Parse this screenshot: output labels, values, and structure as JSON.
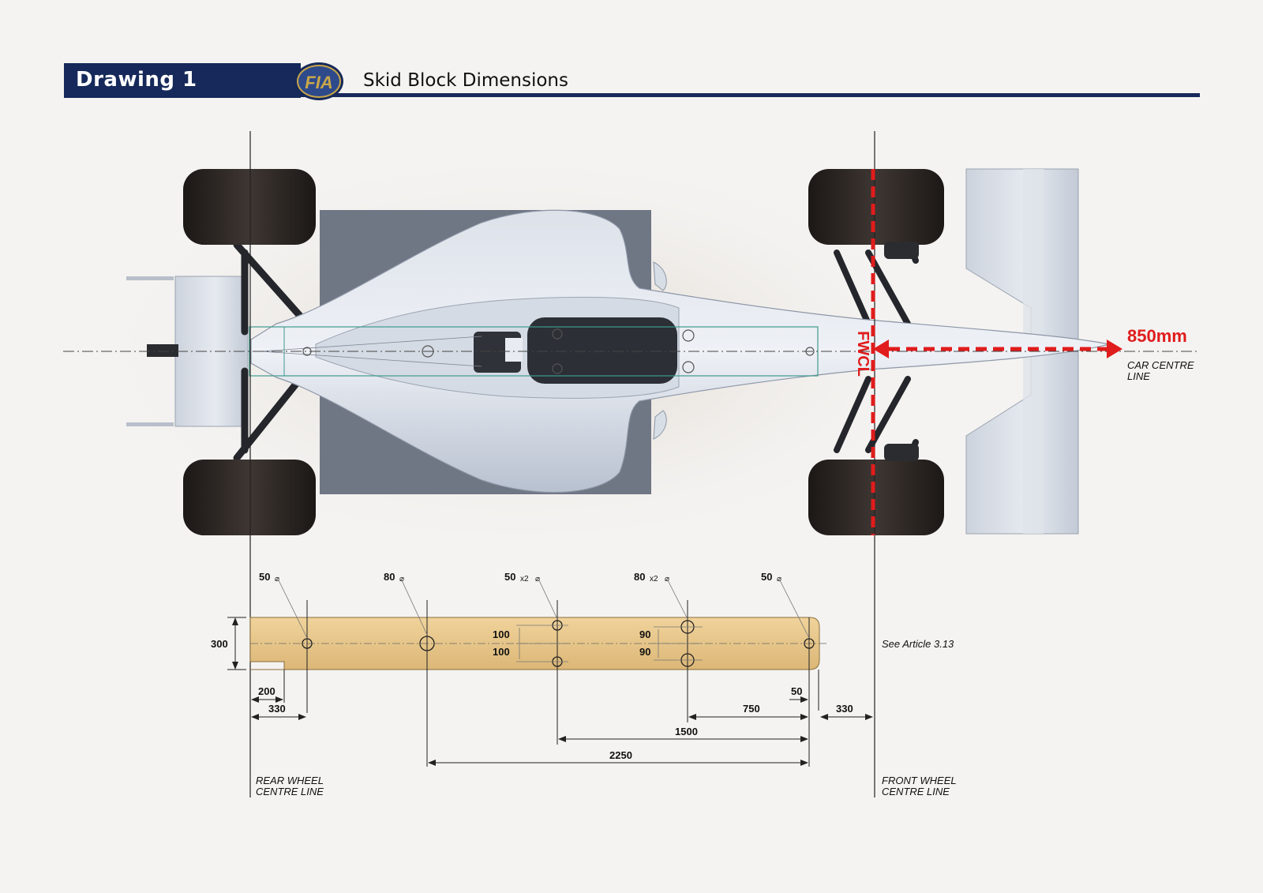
{
  "header": {
    "drawing_label": "Drawing 1",
    "logo_text": "FIA",
    "title": "Skid Block Dimensions"
  },
  "car": {
    "fwcl_label": "FWCL",
    "width_label": "850mm",
    "centre_line_label_1": "CAR CENTRE",
    "centre_line_label_2": "LINE"
  },
  "skid_block": {
    "holes": [
      {
        "dia": "50",
        "mult": ""
      },
      {
        "dia": "80",
        "mult": ""
      },
      {
        "dia": "50",
        "mult": "x2"
      },
      {
        "dia": "80",
        "mult": "x2"
      },
      {
        "dia": "50",
        "mult": ""
      }
    ],
    "diameter_symbol": "⌀",
    "width": "300",
    "spacing_left_1": "100",
    "spacing_left_2": "100",
    "spacing_right_1": "90",
    "spacing_right_2": "90",
    "reference": "See Article 3.13",
    "dims": {
      "d200": "200",
      "d330_rear": "330",
      "d50_front": "50",
      "d750": "750",
      "d330_front": "330",
      "d1500": "1500",
      "d2250": "2250"
    }
  },
  "labels": {
    "rear_1": "REAR WHEEL",
    "rear_2": "CENTRE LINE",
    "front_1": "FRONT WHEEL",
    "front_2": "CENTRE LINE"
  },
  "colors": {
    "header_navy": "#16295a",
    "skid_wood": "#e9c98c",
    "body_silver": "#c9d1de",
    "red_marker": "#e01c1c"
  }
}
